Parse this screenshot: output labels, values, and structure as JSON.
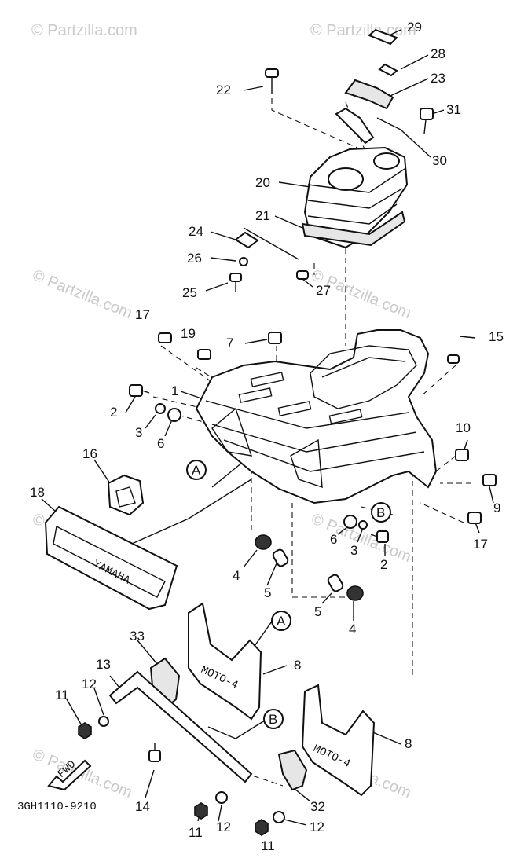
{
  "watermark": "© Partzilla.com",
  "diagram_code": "3GH1110-9210",
  "fwd_label": "FWD",
  "mudflap_text": "MOTO-4",
  "reflector_text": "YAMAHA",
  "callouts": [
    "A",
    "B"
  ],
  "labels": {
    "p1": "1",
    "p2a": "2",
    "p2b": "2",
    "p3a": "3",
    "p3b": "3",
    "p4a": "4",
    "p4b": "4",
    "p5a": "5",
    "p5b": "5",
    "p6a": "6",
    "p6b": "6",
    "p7": "7",
    "p8a": "8",
    "p8b": "8",
    "p9": "9",
    "p10": "10",
    "p11a": "11",
    "p11b": "11",
    "p11c": "11",
    "p12a": "12",
    "p12b": "12",
    "p12c": "12",
    "p13": "13",
    "p14": "14",
    "p15": "15",
    "p16": "16",
    "p17a": "17",
    "p17b": "17",
    "p18": "18",
    "p19": "19",
    "p20": "20",
    "p21": "21",
    "p22": "22",
    "p23": "23",
    "p24": "24",
    "p25": "25",
    "p26": "26",
    "p27": "27",
    "p28": "28",
    "p29": "29",
    "p30": "30",
    "p31": "31",
    "p32": "32",
    "p33": "33"
  }
}
